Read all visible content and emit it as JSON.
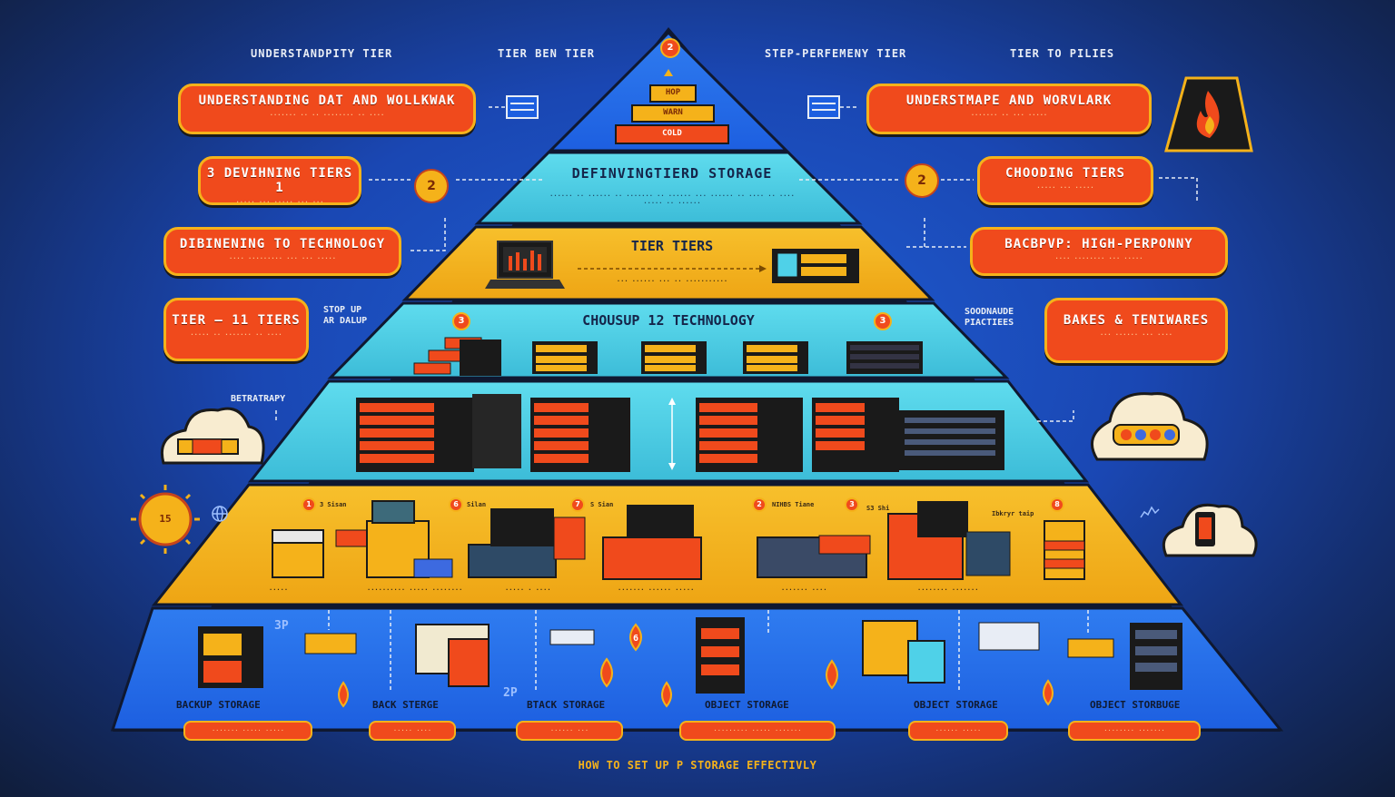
{
  "header": {
    "col1": "UNDERSTANDPITY TIER",
    "col2": "TIER BEN TIER",
    "col3": "STEP-PERFEMENY TIER",
    "col4": "TIER TO PILIES"
  },
  "apex": {
    "badge": "2",
    "stack": [
      "HOP",
      "WARN",
      "COLD"
    ]
  },
  "left_steps": [
    {
      "title": "UNDERSTANDING DAT AND WOLLKWAK",
      "sub": "······· ·· ·· ········ ·· ····"
    },
    {
      "title": "3 DEVIHNING TIERS 1",
      "sub": "····· ··· ····· ··· ···"
    },
    {
      "title": "DIBINENING TO TECHNOLOGY",
      "sub": "···· ········· ··· ··· ·····"
    },
    {
      "title": "TIER – 11 TIERS",
      "sub": "····· ·· ······· ·· ····"
    }
  ],
  "right_steps": [
    {
      "title": "UNDERSTMAPE AND WORVLARK",
      "sub": "······· ·· ··· ·····"
    },
    {
      "title": "CHOODING TIERS",
      "sub": "····· ··· ·····"
    },
    {
      "title": "BACBPVP: HIGH-PERPONNY",
      "sub": "···· ········ ··· ·····"
    },
    {
      "title": "BAKES & TENIWARES",
      "sub": "··· ······ ··· ····"
    }
  ],
  "side_notes": {
    "left_mid": "STOP UP\nAR DALUP",
    "left_low": "BETRATRAPY",
    "right_mid": "SOODNAUDE\nPIACTIEES"
  },
  "markers": {
    "left_circle": "2",
    "right_circle": "2",
    "sun": "15"
  },
  "tiers": {
    "t1": "DEFINVINGTIERD  STORAGE",
    "t2": "TIER TIERS",
    "t3": "CHOUSUP 12 TECHNOLOGY",
    "t3_badge_left": "3",
    "t3_badge_right": "3",
    "t5_badges": [
      "1",
      "6",
      "7",
      "2",
      "3",
      "8"
    ],
    "t5_labels": [
      "3 Sisan",
      "Silan",
      "S Sian",
      "NIHBS Tiane",
      "S3 Shi",
      "Ibkryr taip"
    ],
    "t5_captions": [
      "·····",
      "·········· ····· ········",
      "····· · ····",
      "······· ······ ·····",
      "······· ····",
      "········ ·······"
    ],
    "t6_drop": "6"
  },
  "bottom": {
    "labels": [
      "BACKUP STORAGE",
      "BACK STERGE",
      "BTACK STORAGE",
      "OBJECT STORAGE",
      "OBJECT STORAGE",
      "OBJECT STORBUGE"
    ],
    "annot": [
      "3P",
      "2P"
    ]
  },
  "footer": "HOW TO SET UP P STORAGE EFFECTIVLY",
  "colors": {
    "orange": "#f04a1c",
    "gold": "#f5b21a",
    "cyan": "#4fd1e8",
    "blue": "#1d5fe0",
    "dark": "#1a1a1a"
  },
  "icons": [
    "document-icon",
    "flame-icon",
    "cloud-icon",
    "server-icon",
    "laptop-icon",
    "drop-icon",
    "sun-icon",
    "globe-icon",
    "phone-icon"
  ]
}
